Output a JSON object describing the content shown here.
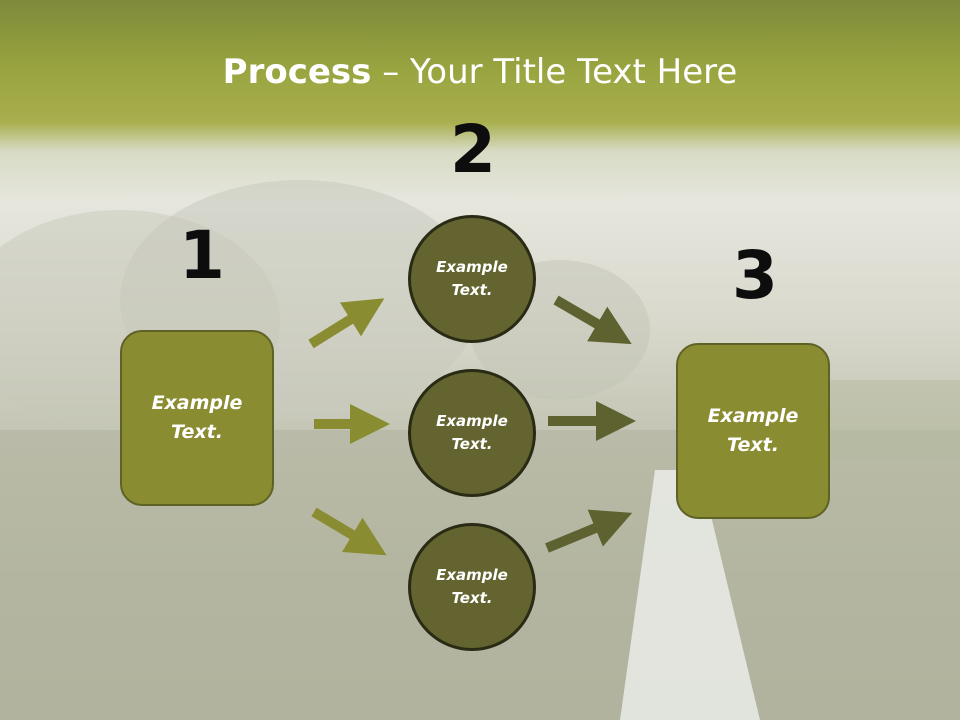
{
  "title": {
    "bold": "Process",
    "separator": " – ",
    "rest": "Your Title Text Here"
  },
  "steps": [
    {
      "number": "1",
      "text": "Example\nText."
    },
    {
      "number": "2",
      "text": "Example\nText."
    },
    {
      "number": "3",
      "text": "Example\nText."
    }
  ],
  "middle_circles": [
    {
      "text": "Example\nText."
    },
    {
      "text": "Example\nText."
    },
    {
      "text": "Example\nText."
    }
  ],
  "colors": {
    "box_fill": "#8a8c32",
    "circle_fill": "#63642f",
    "arrow_light": "#8a8c32",
    "arrow_dark": "#5e6230"
  }
}
